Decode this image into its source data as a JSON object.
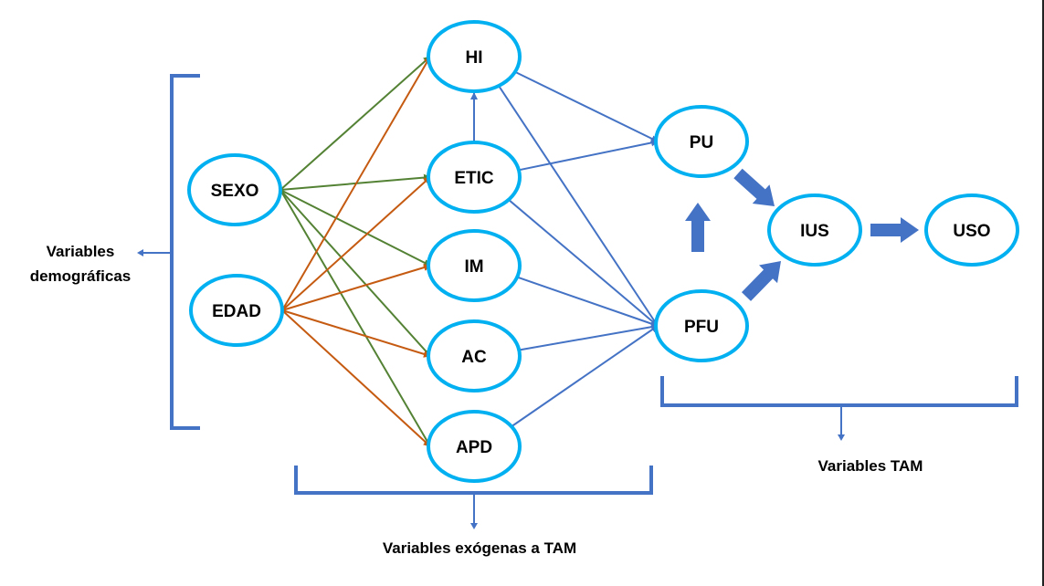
{
  "nodes": [
    {
      "id": "SEXO",
      "label": "SEXO"
    },
    {
      "id": "EDAD",
      "label": "EDAD"
    },
    {
      "id": "HI",
      "label": "HI"
    },
    {
      "id": "ETIC",
      "label": "ETIC"
    },
    {
      "id": "IM",
      "label": "IM"
    },
    {
      "id": "AC",
      "label": "AC"
    },
    {
      "id": "APD",
      "label": "APD"
    },
    {
      "id": "PU",
      "label": "PU"
    },
    {
      "id": "PFU",
      "label": "PFU"
    },
    {
      "id": "IUS",
      "label": "IUS"
    },
    {
      "id": "USO",
      "label": "USO"
    }
  ],
  "edges": [
    {
      "from": "SEXO",
      "to": "HI",
      "color": "green"
    },
    {
      "from": "SEXO",
      "to": "ETIC",
      "color": "green"
    },
    {
      "from": "SEXO",
      "to": "IM",
      "color": "green"
    },
    {
      "from": "SEXO",
      "to": "AC",
      "color": "green"
    },
    {
      "from": "SEXO",
      "to": "APD",
      "color": "green"
    },
    {
      "from": "EDAD",
      "to": "HI",
      "color": "orange"
    },
    {
      "from": "EDAD",
      "to": "ETIC",
      "color": "orange"
    },
    {
      "from": "EDAD",
      "to": "IM",
      "color": "orange"
    },
    {
      "from": "EDAD",
      "to": "AC",
      "color": "orange"
    },
    {
      "from": "EDAD",
      "to": "APD",
      "color": "orange"
    },
    {
      "from": "ETIC",
      "to": "HI",
      "color": "blue"
    },
    {
      "from": "HI",
      "to": "PU",
      "color": "blue"
    },
    {
      "from": "HI",
      "to": "PFU",
      "color": "blue"
    },
    {
      "from": "ETIC",
      "to": "PU",
      "color": "blue"
    },
    {
      "from": "ETIC",
      "to": "PFU",
      "color": "blue"
    },
    {
      "from": "IM",
      "to": "PFU",
      "color": "blue"
    },
    {
      "from": "AC",
      "to": "PFU",
      "color": "blue"
    },
    {
      "from": "APD",
      "to": "PFU",
      "color": "blue"
    }
  ],
  "thick_edges": [
    {
      "from": "PU",
      "to": "IUS"
    },
    {
      "from": "PFU",
      "to": "IUS"
    },
    {
      "from": "PFU",
      "to": "PU"
    },
    {
      "from": "IUS",
      "to": "USO"
    }
  ],
  "groups": {
    "demograficas": {
      "line1": "Variables",
      "line2": "demográficas"
    },
    "exogenas": {
      "label": "Variables exógenas a TAM"
    },
    "tam": {
      "label": "Variables TAM"
    }
  },
  "colors": {
    "node_stroke": "#00b0f0",
    "green": "#548235",
    "orange": "#c55a11",
    "blue": "#4472c4"
  }
}
